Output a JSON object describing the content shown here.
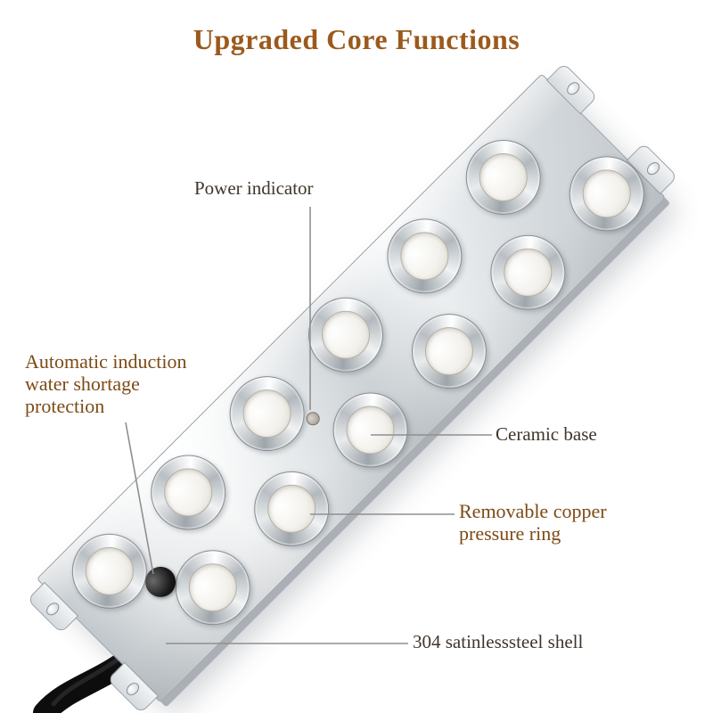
{
  "title": "Upgraded Core Functions",
  "colors": {
    "title": "#9b5a1c",
    "brown_label": "#7d4a15",
    "dark_label": "#3f362b",
    "callout_line": "#8f8f8f",
    "steel_light": "#f4f6f7",
    "steel_dark": "#c6cbcf"
  },
  "device": {
    "transducer_count": 12
  },
  "callouts": {
    "power_indicator": {
      "text": "Power indicator"
    },
    "water_protection": {
      "line1": "Automatic induction",
      "line2": "water shortage",
      "line3": "protection"
    },
    "ceramic_base": {
      "text": "Ceramic base"
    },
    "copper_ring": {
      "line1": "Removable copper",
      "line2": "pressure ring"
    },
    "shell": {
      "text": "304 satinlesssteel shell"
    }
  }
}
